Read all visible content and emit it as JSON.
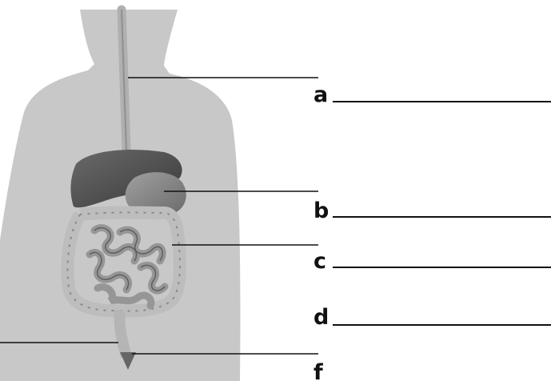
{
  "diagram": {
    "labels": [
      {
        "letter": "a"
      },
      {
        "letter": "b"
      },
      {
        "letter": "c"
      },
      {
        "letter": "d"
      },
      {
        "letter": "f"
      }
    ],
    "colors": {
      "silhouette": "#c8c8c8",
      "liver": "#5a5a5a",
      "stomach": "#8a8a8a",
      "intestine": "#9a9a9a",
      "colon": "#bdbdbd",
      "esophagus": "#b0b0b0",
      "lines": "#111111"
    }
  }
}
